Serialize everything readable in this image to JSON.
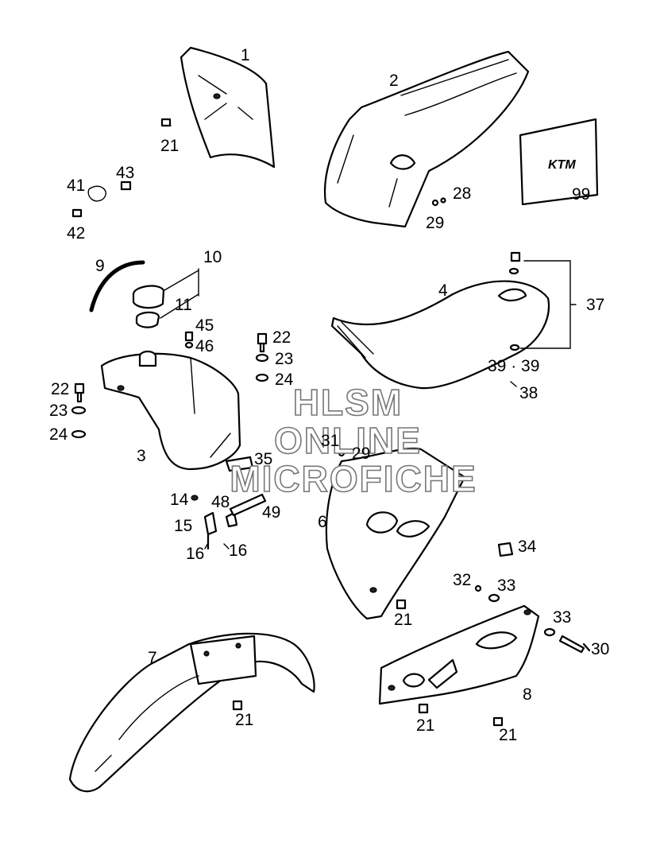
{
  "watermark": {
    "line1": "HLSM",
    "line2": "ONLINE",
    "line3": "MICROFICHE"
  },
  "decal_text": "KTM",
  "labels": {
    "l1": "1",
    "l2": "2",
    "l99": "99",
    "l21a": "21",
    "l43": "43",
    "l41": "41",
    "l42": "42",
    "l28": "28",
    "l29a": "29",
    "l9": "9",
    "l10": "10",
    "l11": "11",
    "l4": "4",
    "l37": "37",
    "l45": "45",
    "l46": "46",
    "l22a": "22",
    "l23a": "23",
    "l24a": "24",
    "l39": "39 · 39",
    "l38": "38",
    "l22b": "22",
    "l23b": "23",
    "l24b": "24",
    "l3": "3",
    "l31": "31",
    "l29b": "29",
    "l35": "35",
    "l14": "14",
    "l48": "48",
    "l49": "49",
    "l15": "15",
    "l16a": "16",
    "l16b": "16",
    "l6": "6",
    "l34": "34",
    "l21b": "21",
    "l32": "32",
    "l33a": "33",
    "l33b": "33",
    "l30": "30",
    "l7": "7",
    "l21c": "21",
    "l8": "8",
    "l21d": "21",
    "l21e": "21"
  }
}
